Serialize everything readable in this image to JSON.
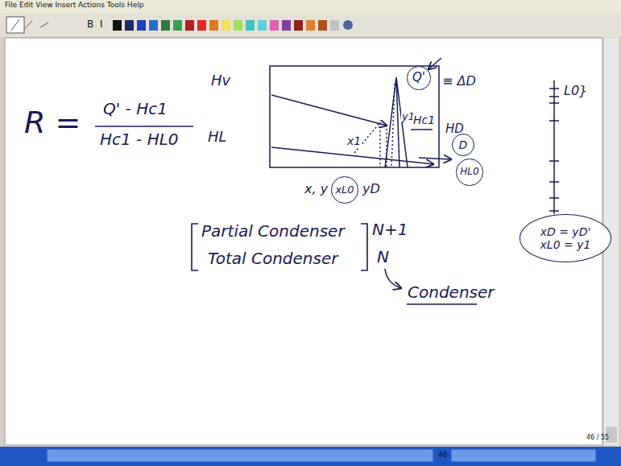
{
  "diagram": {
    "nodes": [
      {
        "text": [
          "Q'"
        ]
      },
      {
        "text": [
          "D"
        ]
      },
      {
        "text": [
          "HL0"
        ]
      },
      {
        "text": [
          "xL0"
        ]
      },
      {
        "text": [
          "xD = yD'",
          "xL0 = y1"
        ]
      }
    ],
    "labels": [
      "File Edit View Insert Actions Tools Help",
      "B",
      "I",
      "R =",
      "Q' - Hc1",
      "Hc1 - HL0",
      "Hv",
      "HL",
      "≡ ΔD",
      "y1",
      "Hc1",
      "HD",
      "x1",
      "x, y",
      "yD",
      "Partial Condenser",
      "Total Condenser",
      "N+1",
      "N",
      "Condenser",
      "L0}",
      "46 / 55",
      "46"
    ]
  }
}
